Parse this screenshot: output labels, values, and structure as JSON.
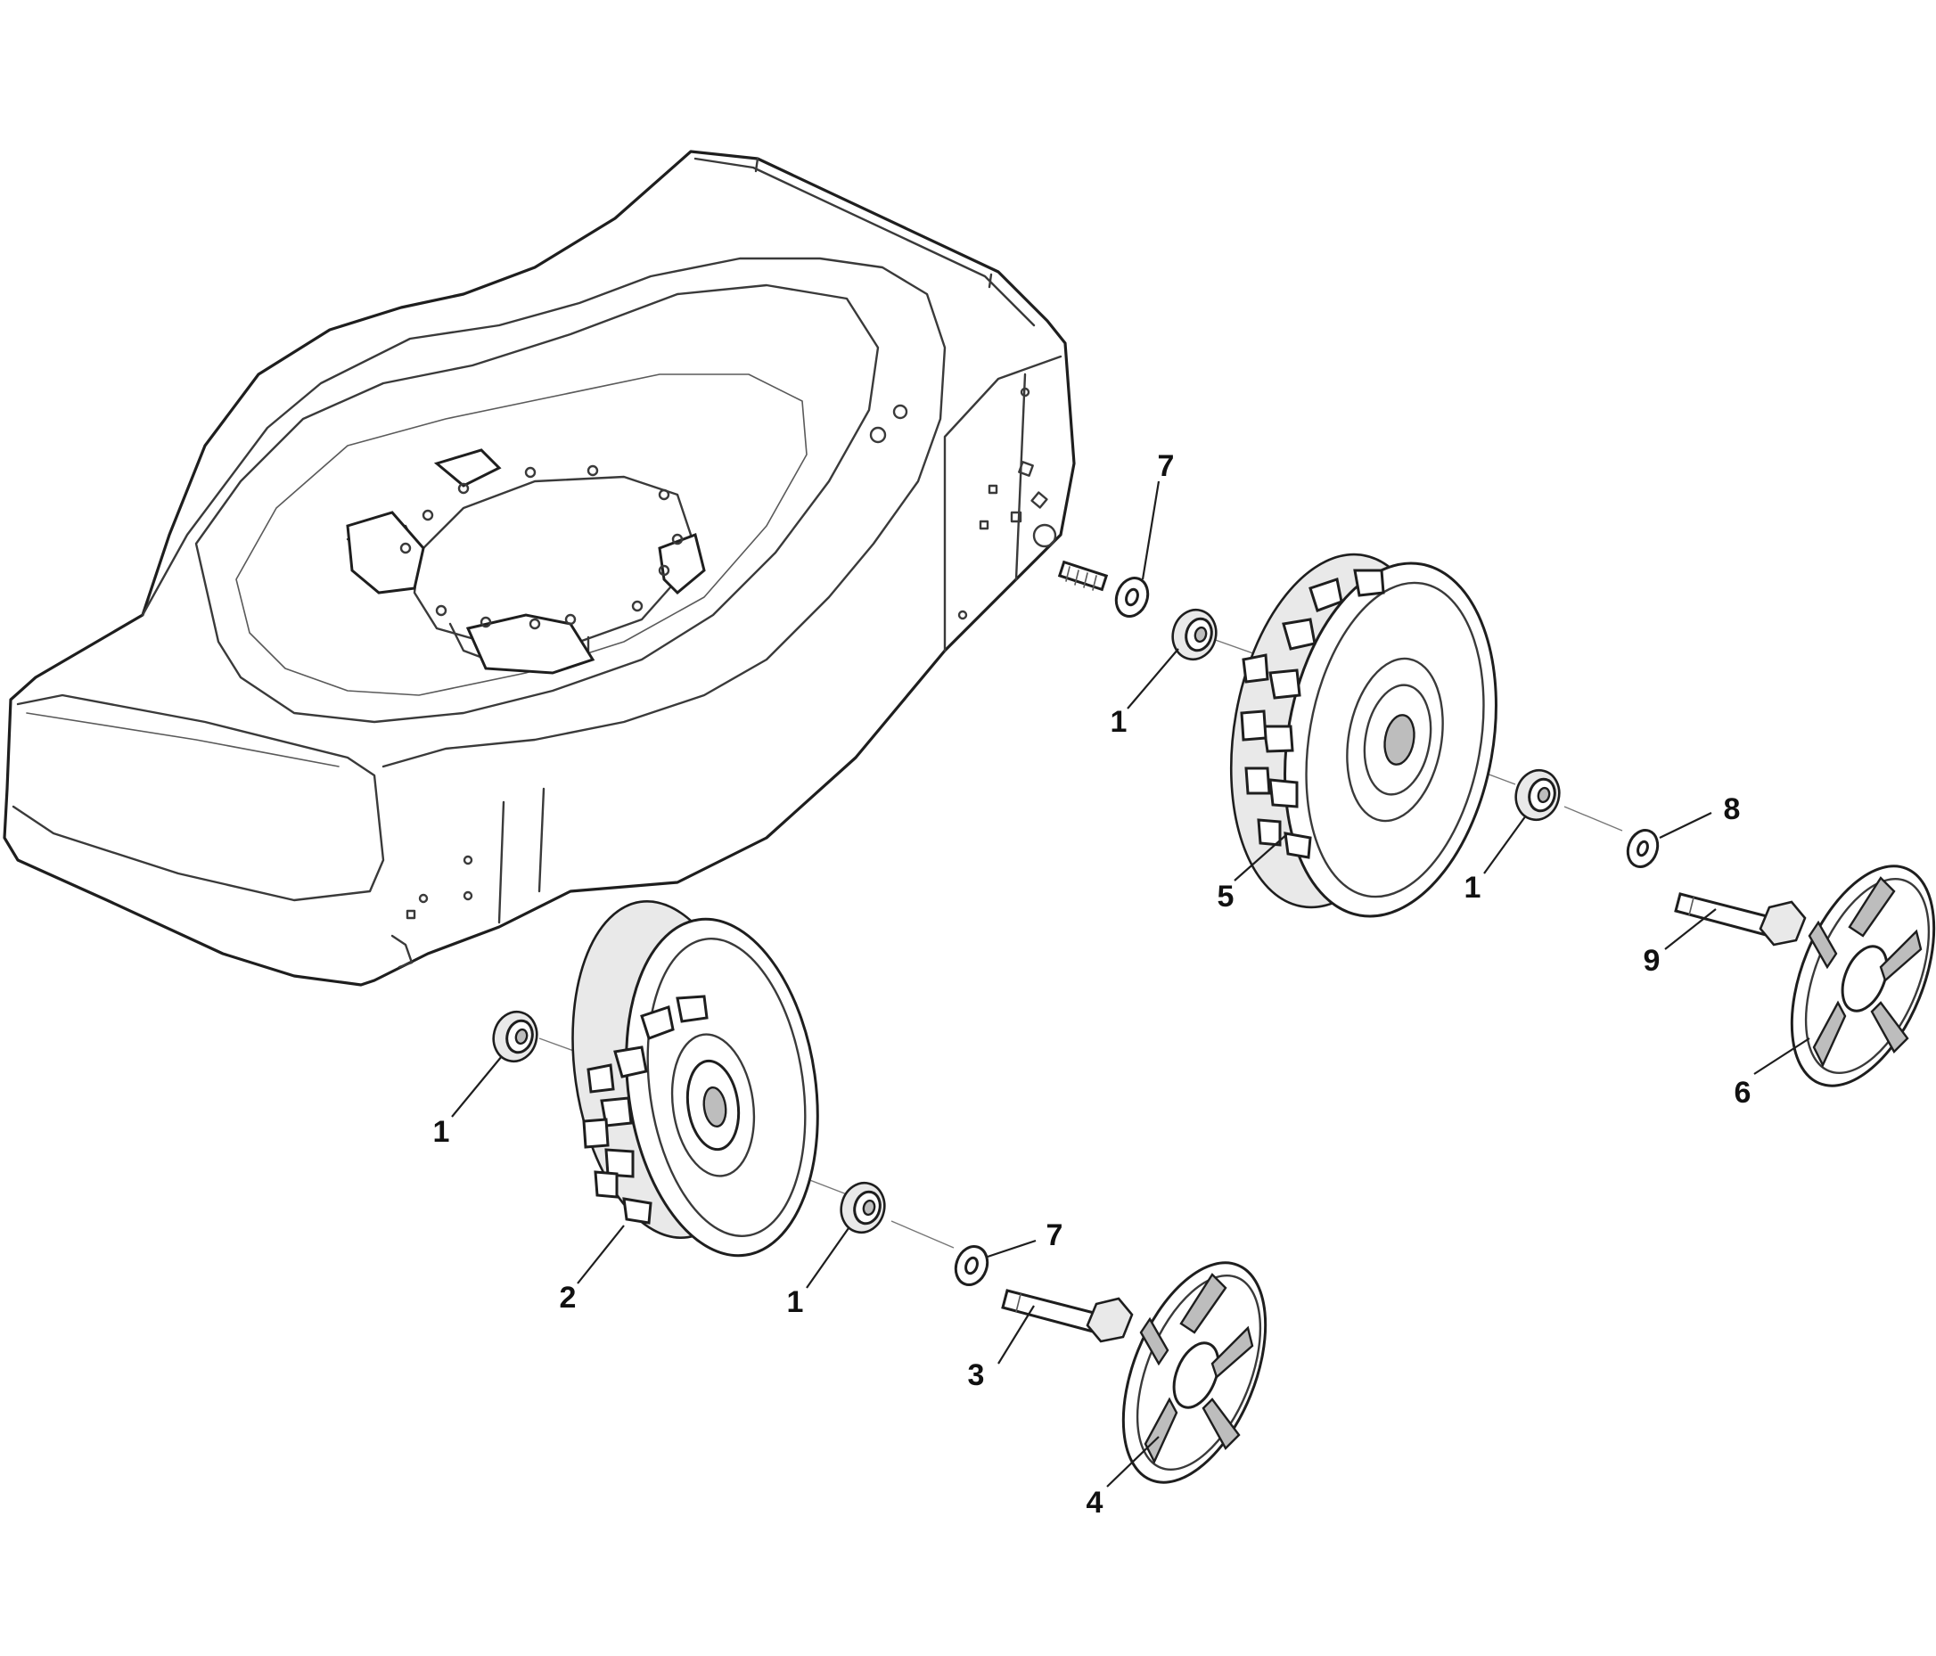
{
  "callouts": {
    "c7a": "7",
    "c1a": "1",
    "c5": "5",
    "c1b": "1",
    "c8": "8",
    "c9": "9",
    "c6": "6",
    "c1c": "1",
    "c2": "2",
    "c1d": "1",
    "c7b": "7",
    "c3": "3",
    "c4": "4"
  }
}
